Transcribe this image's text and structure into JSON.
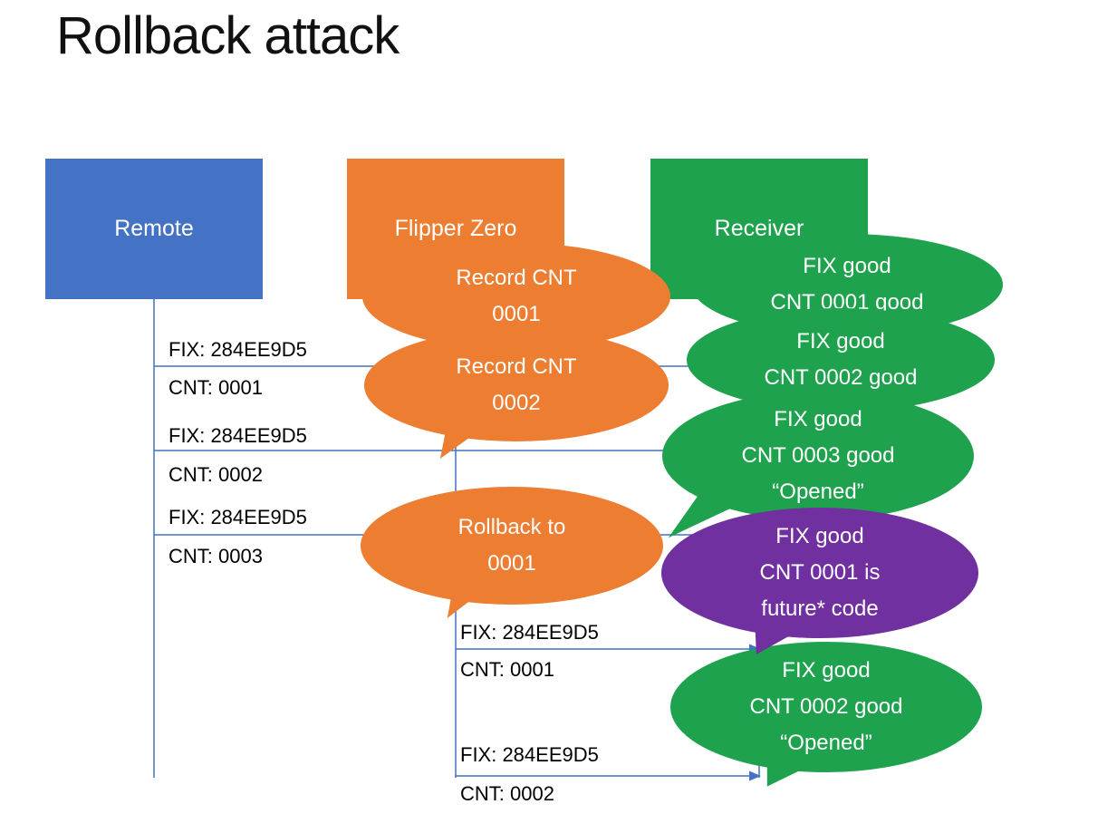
{
  "slide": {
    "title": "Rollback attack",
    "background": "#FFFFFF"
  },
  "colors": {
    "remote_box": "#4472C4",
    "flipper_zero_box": "#ED7D31",
    "receiver_box": "#1FA24D",
    "alert_callout": "#7030A0",
    "connector": "#4472C4",
    "label_text": "#000000",
    "shape_text": "#FFFFFF"
  },
  "actors": [
    {
      "label": "Remote"
    },
    {
      "label": "Flipper Zero"
    },
    {
      "label": "Receiver"
    }
  ],
  "messages": [
    {
      "from": "Remote",
      "to": "Receiver",
      "fix": "FIX: 284EE9D5",
      "cnt": "CNT: 0001"
    },
    {
      "from": "Remote",
      "to": "Receiver",
      "fix": "FIX: 284EE9D5",
      "cnt": "CNT: 0002"
    },
    {
      "from": "Remote",
      "to": "Receiver",
      "fix": "FIX: 284EE9D5",
      "cnt": "CNT: 0003"
    },
    {
      "from": "Flipper Zero",
      "to": "Receiver",
      "fix": "FIX: 284EE9D5",
      "cnt": "CNT: 0001"
    },
    {
      "from": "Flipper Zero",
      "to": "Receiver",
      "fix": "FIX: 284EE9D5",
      "cnt": "CNT: 0002"
    }
  ],
  "callouts": [
    {
      "speaker": "Flipper Zero",
      "color": "#ED7D31",
      "text": "Record CNT\n0001"
    },
    {
      "speaker": "Receiver",
      "color": "#1FA24D",
      "text": "FIX good\nCNT 0001 good"
    },
    {
      "speaker": "Receiver",
      "color": "#1FA24D",
      "text": "FIX good\nCNT 0002 good"
    },
    {
      "speaker": "Flipper Zero",
      "color": "#ED7D31",
      "text": "Record CNT\n0002"
    },
    {
      "speaker": "Receiver",
      "color": "#1FA24D",
      "text": "FIX good\nCNT 0003 good\n“Opened”"
    },
    {
      "speaker": "Flipper Zero",
      "color": "#ED7D31",
      "text": "Rollback to\n0001"
    },
    {
      "speaker": "Receiver",
      "color": "#1FA24D",
      "text": "FIX good\nCNT 0002 good\n“Opened”"
    },
    {
      "speaker": "Receiver",
      "color": "#7030A0",
      "text": "FIX good\nCNT 0001 is\nfuture* code"
    }
  ]
}
